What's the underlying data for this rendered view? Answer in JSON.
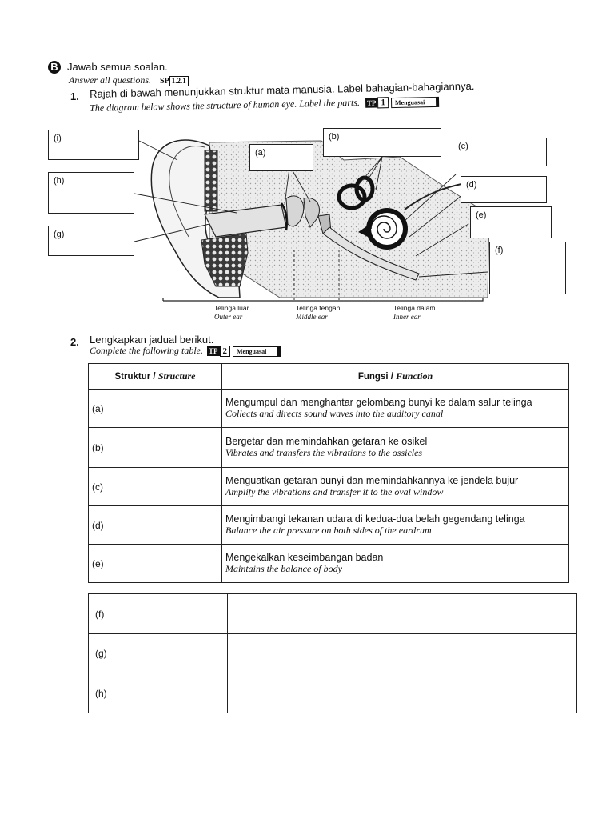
{
  "section": {
    "letter": "B",
    "title_ms": "Jawab semua soalan.",
    "title_en": "Answer all questions.",
    "sp_prefix": "SP",
    "sp_code": "1.2.1"
  },
  "q1": {
    "number": "1.",
    "text_ms": "Rajah di bawah menunjukkan struktur mata manusia. Label bahagian-bahagiannya.",
    "text_en": "The diagram below shows the structure of human eye. Label the parts.",
    "tp_label": "TP",
    "tp_level": "1",
    "mastery": "Menguasai"
  },
  "diagram": {
    "labels": [
      "(i)",
      "(a)",
      "(b)",
      "(c)",
      "(h)",
      "(d)",
      "(e)",
      "(g)",
      "(f)"
    ],
    "regions": [
      {
        "ms": "Telinga luar",
        "en": "Outer ear"
      },
      {
        "ms": "Telinga tengah",
        "en": "Middle ear"
      },
      {
        "ms": "Telinga dalam",
        "en": "Inner ear"
      }
    ]
  },
  "q2": {
    "number": "2.",
    "text_ms": "Lengkapkan jadual berikut.",
    "text_en": "Complete the following table.",
    "tp_label": "TP",
    "tp_level": "2",
    "mastery": "Menguasai"
  },
  "table": {
    "header_structure_ms": "Struktur / ",
    "header_structure_en": "Structure",
    "header_function_ms": "Fungsi / ",
    "header_function_en": "Function",
    "rows": [
      {
        "label": "(a)",
        "ms": "Mengumpul dan menghantar gelombang bunyi ke dalam salur telinga",
        "en": "Collects and directs sound waves into the auditory canal"
      },
      {
        "label": "(b)",
        "ms": "Bergetar dan memindahkan getaran ke osikel",
        "en": "Vibrates and transfers the vibrations to the ossicles"
      },
      {
        "label": "(c)",
        "ms": "Menguatkan getaran bunyi dan memindahkannya ke jendela bujur",
        "en": "Amplify the vibrations and transfer it to the oval window"
      },
      {
        "label": "(d)",
        "ms": "Mengimbangi tekanan udara di kedua-dua belah gegendang telinga",
        "en": "Balance the air pressure on both sides of the eardrum"
      },
      {
        "label": "(e)",
        "ms": "Mengekalkan keseimbangan badan",
        "en": "Maintains the balance of body"
      }
    ],
    "blank_rows": [
      {
        "label": "(f)"
      },
      {
        "label": "(g)"
      },
      {
        "label": "(h)"
      }
    ]
  }
}
